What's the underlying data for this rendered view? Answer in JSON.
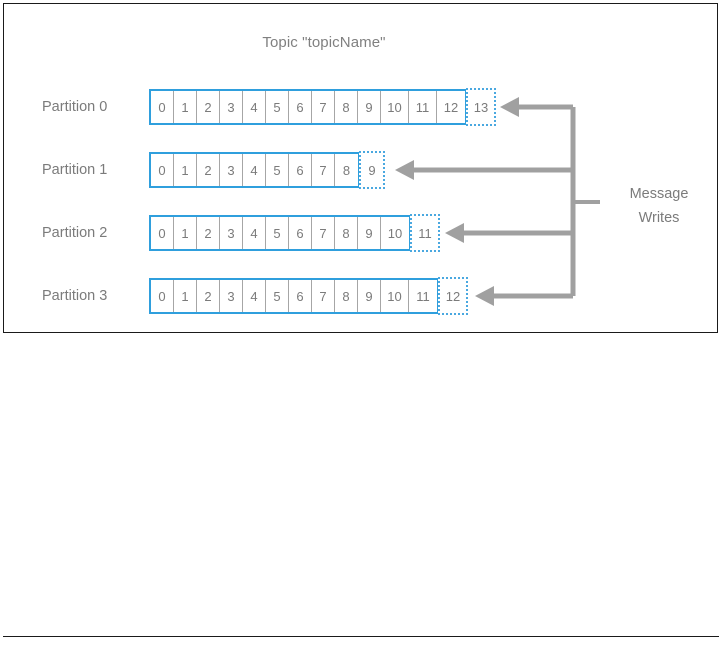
{
  "diagram": {
    "title": "Topic \"topicName\"",
    "annotation": {
      "line1": "Message",
      "line2": "Writes"
    },
    "colors": {
      "log_border_blue": "#2f9fdd",
      "pending_border_blue": "#4aa8e0",
      "cell_divider_gray": "#a6a6a6",
      "text_gray": "#7b7b7b",
      "arrow_gray": "#a0a0a0",
      "frame_black": "#1a1a1a",
      "background": "#ffffff"
    },
    "partitions": [
      {
        "label": "Partition 0",
        "committed_offsets": [
          "0",
          "1",
          "2",
          "3",
          "4",
          "5",
          "6",
          "7",
          "8",
          "9",
          "10",
          "11",
          "12"
        ],
        "pending_offset": "13"
      },
      {
        "label": "Partition 1",
        "committed_offsets": [
          "0",
          "1",
          "2",
          "3",
          "4",
          "5",
          "6",
          "7",
          "8"
        ],
        "pending_offset": "9"
      },
      {
        "label": "Partition 2",
        "committed_offsets": [
          "0",
          "1",
          "2",
          "3",
          "4",
          "5",
          "6",
          "7",
          "8",
          "9",
          "10"
        ],
        "pending_offset": "11"
      },
      {
        "label": "Partition 3",
        "committed_offsets": [
          "0",
          "1",
          "2",
          "3",
          "4",
          "5",
          "6",
          "7",
          "8",
          "9",
          "10",
          "11"
        ],
        "pending_offset": "12"
      }
    ]
  }
}
